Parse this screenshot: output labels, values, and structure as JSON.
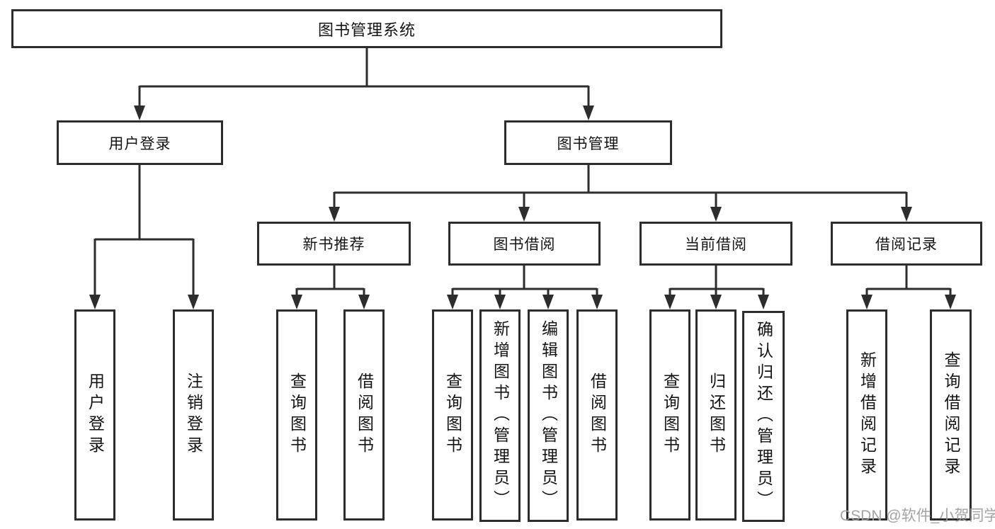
{
  "diagram": {
    "root": {
      "label": "图书管理系统"
    },
    "level2": [
      {
        "label": "用户登录"
      },
      {
        "label": "图书管理"
      }
    ],
    "level3": [
      {
        "label": "新书推荐",
        "parent": "图书管理"
      },
      {
        "label": "图书借阅",
        "parent": "图书管理"
      },
      {
        "label": "当前借阅",
        "parent": "图书管理"
      },
      {
        "label": "借阅记录",
        "parent": "图书管理"
      }
    ],
    "leaves": [
      {
        "label": "用户登录",
        "parent": "用户登录"
      },
      {
        "label": "注销登录",
        "parent": "用户登录"
      },
      {
        "label": "查询图书",
        "parent": "新书推荐"
      },
      {
        "label": "借阅图书",
        "parent": "新书推荐"
      },
      {
        "label": "查询图书",
        "parent": "图书借阅"
      },
      {
        "label": "新增图书（管理员）",
        "parent": "图书借阅"
      },
      {
        "label": "编辑图书（管理员）",
        "parent": "图书借阅"
      },
      {
        "label": "借阅图书",
        "parent": "图书借阅"
      },
      {
        "label": "查询图书",
        "parent": "当前借阅"
      },
      {
        "label": "归还图书",
        "parent": "当前借阅"
      },
      {
        "label": "确认归还（管理员）",
        "parent": "当前借阅"
      },
      {
        "label": "新增借阅记录",
        "parent": "借阅记录"
      },
      {
        "label": "查询借阅记录",
        "parent": "借阅记录"
      }
    ]
  },
  "watermark": {
    "text": "CSDN @软件_小贺同学"
  },
  "colors": {
    "line": "#2d2d2d",
    "box_border": "#2d2d2d",
    "text": "#141414",
    "background": "#ffffff",
    "watermark": "#9e9e9e"
  }
}
